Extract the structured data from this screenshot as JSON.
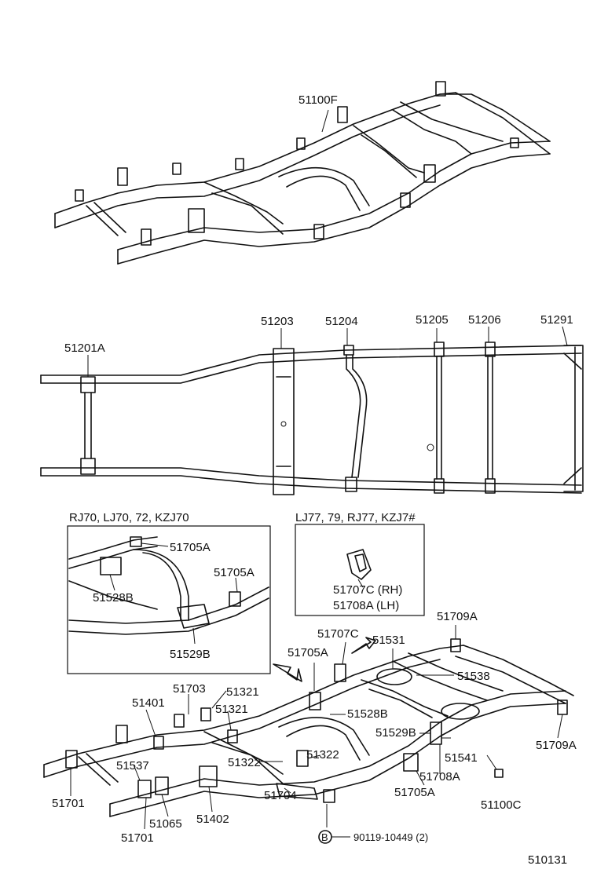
{
  "diagram_id": "510131",
  "top_frame": {
    "label": "51100F"
  },
  "exploded": {
    "labels": [
      "51203",
      "51204",
      "51205",
      "51206",
      "51291",
      "51201A"
    ]
  },
  "inset_left": {
    "title": "RJ70, LJ70, 72, KZJ70",
    "labels": [
      "51705A",
      "51705A",
      "51528B",
      "51529B"
    ]
  },
  "inset_right": {
    "title": "LJ77, 79, RJ77, KZJ7#",
    "labels": [
      "51707C (RH)",
      "51708A (LH)"
    ]
  },
  "bottom_frame": {
    "labels": [
      "51707C",
      "51531",
      "51709A",
      "51705A",
      "51538",
      "51401",
      "51703",
      "51321",
      "51321",
      "51528B",
      "51529B",
      "51537",
      "51322",
      "51322",
      "51541",
      "51709A",
      "51708A",
      "51701",
      "51065",
      "51402",
      "51704",
      "51705A",
      "51100C",
      "51701"
    ],
    "bolt_symbol": "B",
    "bolt_label": "90119-10449 (2)"
  }
}
